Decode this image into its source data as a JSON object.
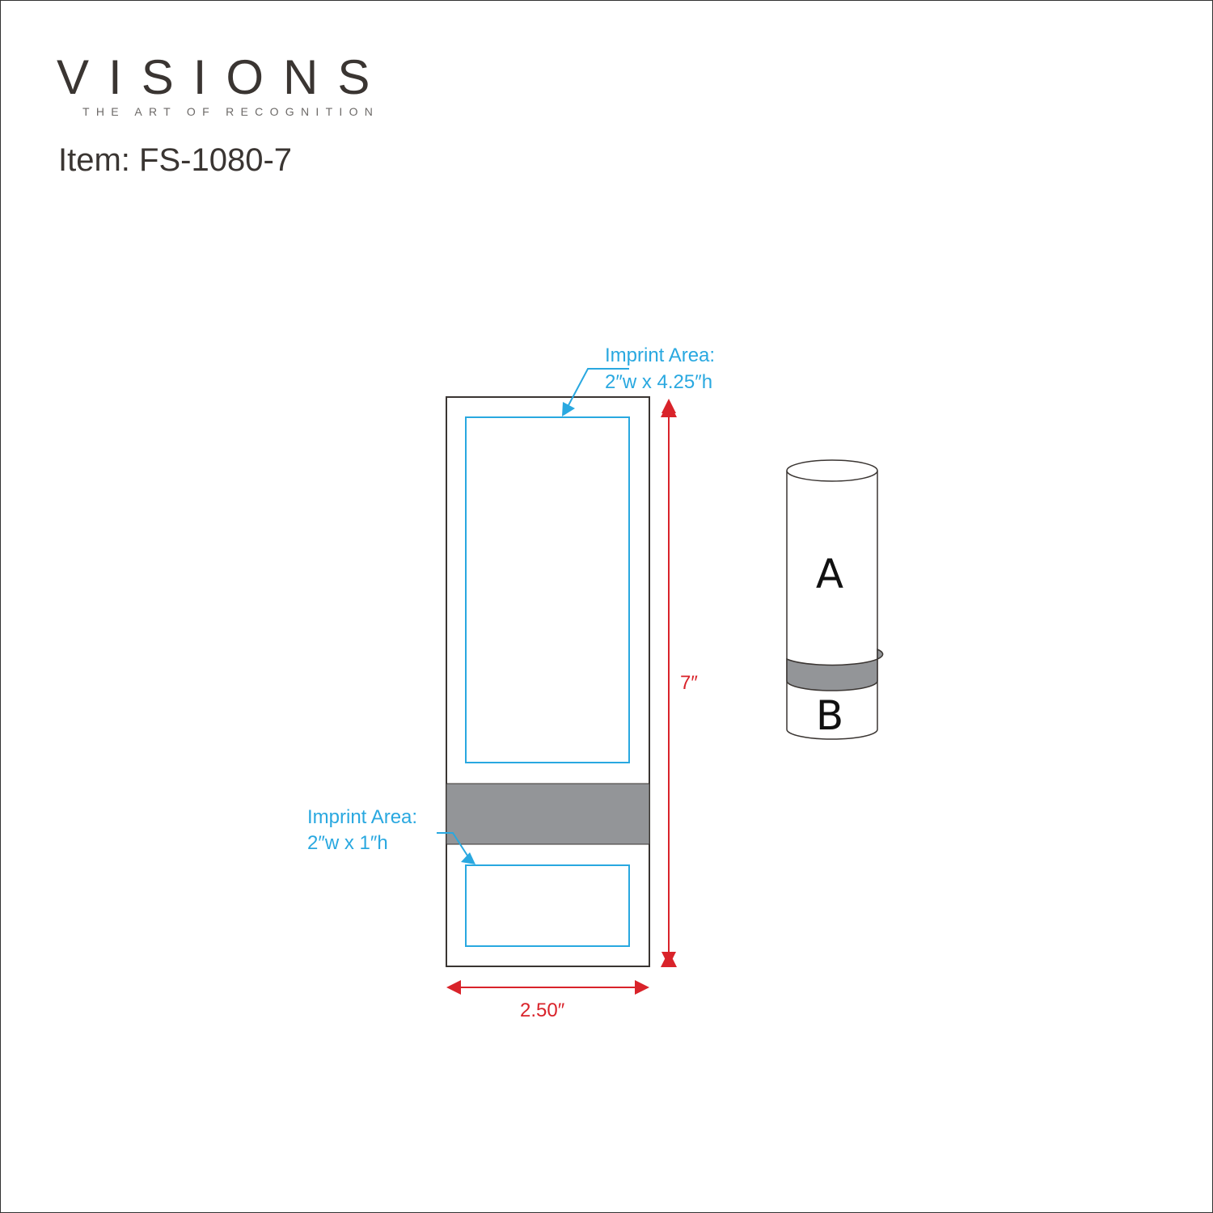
{
  "header": {
    "logo": "VISIONS",
    "tagline": "THE ART OF RECOGNITION",
    "item_title": "Item: FS-1080-7"
  },
  "diagram": {
    "top_callout": {
      "line1": "Imprint Area:",
      "line2": "2″w x 4.25″h"
    },
    "bottom_callout": {
      "line1": "Imprint Area:",
      "line2": "2″w x 1″h"
    },
    "height_label": "7″",
    "width_label": "2.50″",
    "cylinder_label_a": "A",
    "cylinder_label_b": "B"
  },
  "colors": {
    "imprint": "#29a8e0",
    "dimension": "#d9232a",
    "band": "#939598",
    "text": "#3a3532"
  }
}
